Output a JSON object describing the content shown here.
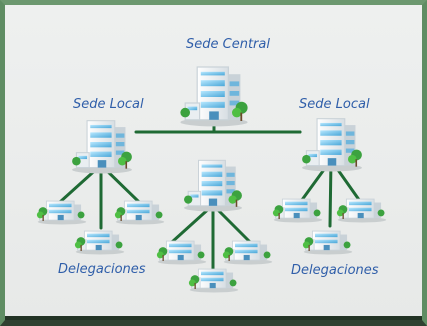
{
  "diagram": {
    "labels": {
      "head_office": "Sede Central",
      "local_left": "Sede Local",
      "local_right": "Sede Local",
      "branches_left": "Delegaciones",
      "branches_right": "Delegaciones"
    },
    "colors": {
      "background": "#eef0ef",
      "connector": "#1f6a34",
      "label": "#2f5ea9",
      "building_glass": "#8fd3f4",
      "tree": "#3ca23f"
    }
  }
}
